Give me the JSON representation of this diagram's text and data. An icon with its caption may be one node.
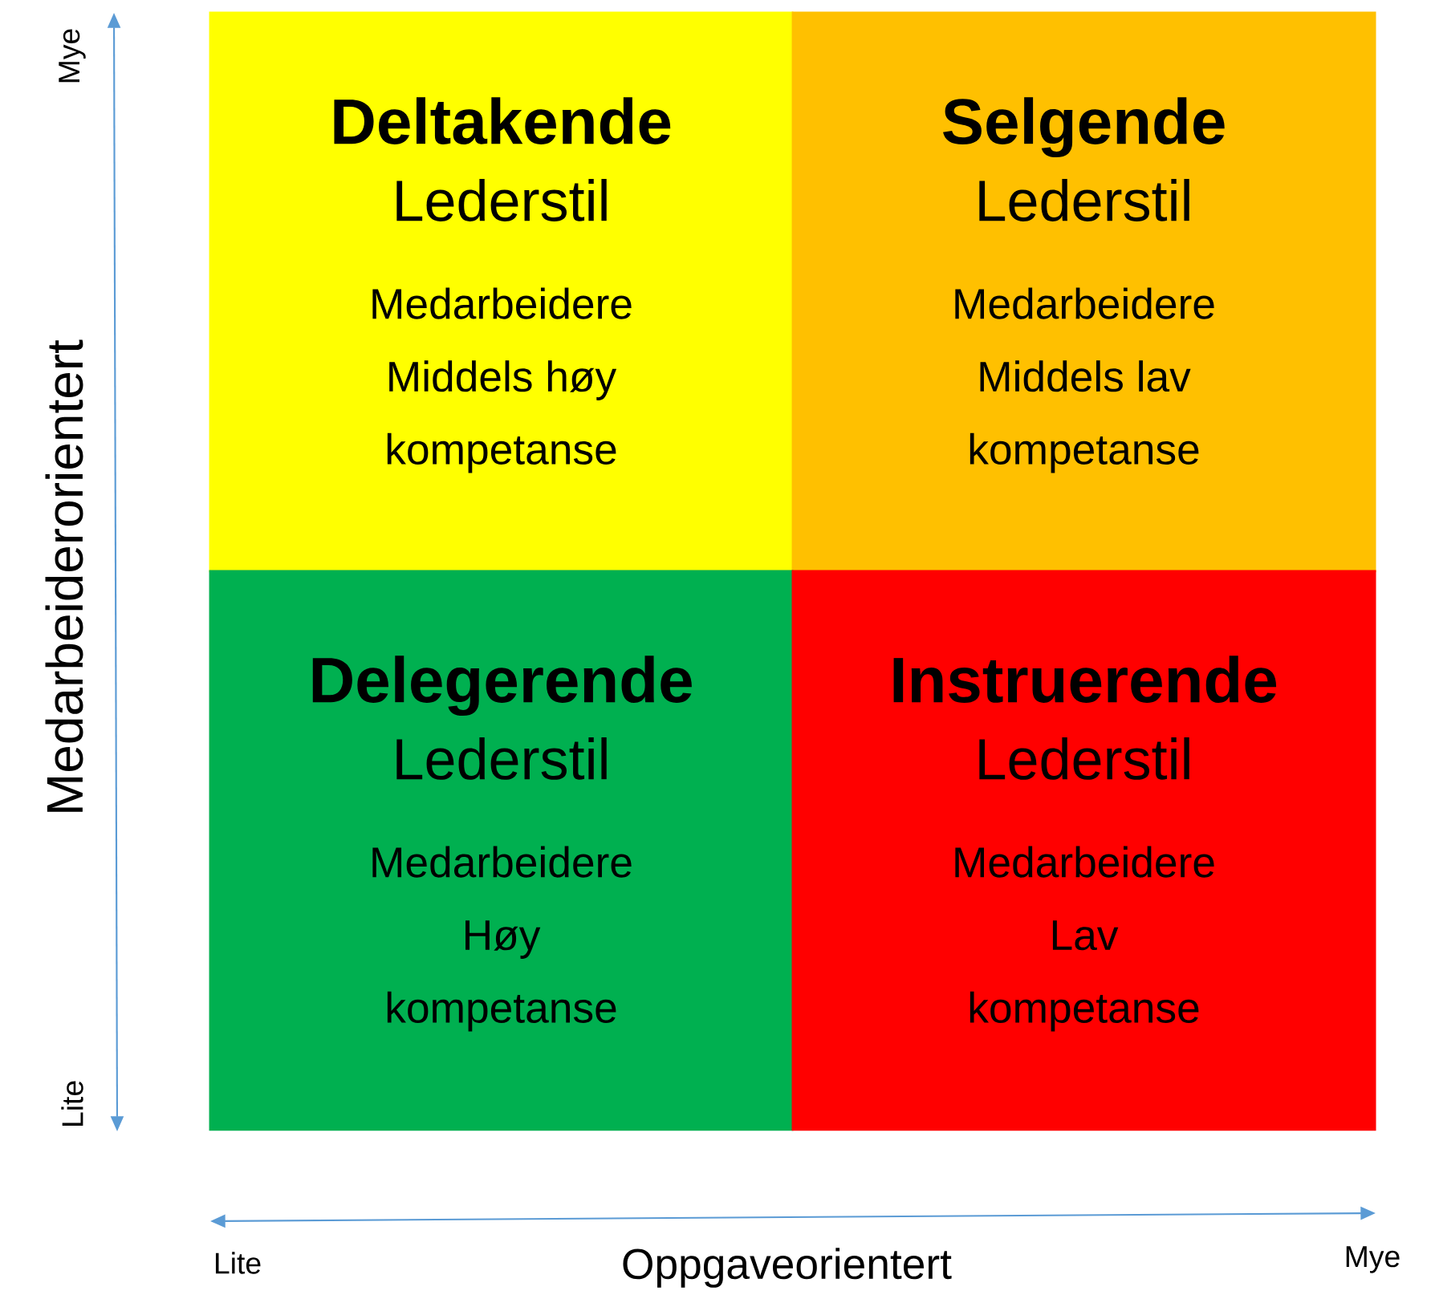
{
  "diagram": {
    "nodes": [
      {
        "text": [
          "Deltakende",
          "Lederstil",
          "Medarbeidere Middels høy kompetanse"
        ]
      },
      {
        "text": [
          "Selgende",
          "Lederstil",
          "Medarbeidere Middels lav kompetanse"
        ]
      },
      {
        "text": [
          "Delegerende",
          "Lederstil",
          "Medarbeidere Høy kompetanse"
        ]
      },
      {
        "text": [
          "Instruerende",
          "Lederstil",
          "Medarbeidere Lav kompetanse"
        ]
      }
    ],
    "labels": [
      "Mye",
      "Medarbeiderorientert",
      "Lite",
      "Lite",
      "Oppgaveorientert",
      "Mye"
    ]
  }
}
